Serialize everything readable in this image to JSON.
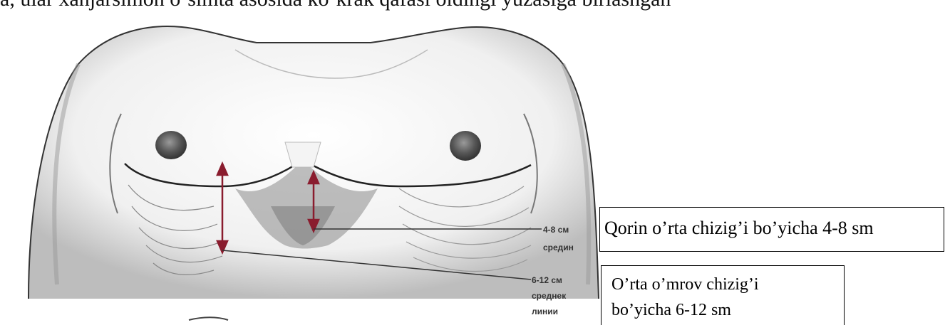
{
  "top_text": "a, ular xanjarsimon o‘simta asosida ko‘krak qafasi oldingi yuzasiga birlashgan",
  "annotations": {
    "ru_label_1_line1": "4-8 см",
    "ru_label_1_line2": "средин",
    "ru_label_2_line1": "6-12 см",
    "ru_label_2_line2": "среднек",
    "ru_label_2_line3": "линии"
  },
  "callouts": {
    "midline_label": "Qorin o’rta chizig’i bo’yicha 4-8 sm",
    "clavicular_label_line1": "O’rta o’mrov chizig’i",
    "clavicular_label_line2": "bo’yicha 6-12 sm"
  },
  "colors": {
    "arrow": "#8a1c2e",
    "outline": "#222222",
    "skin_shade": "#c8c8c8"
  }
}
